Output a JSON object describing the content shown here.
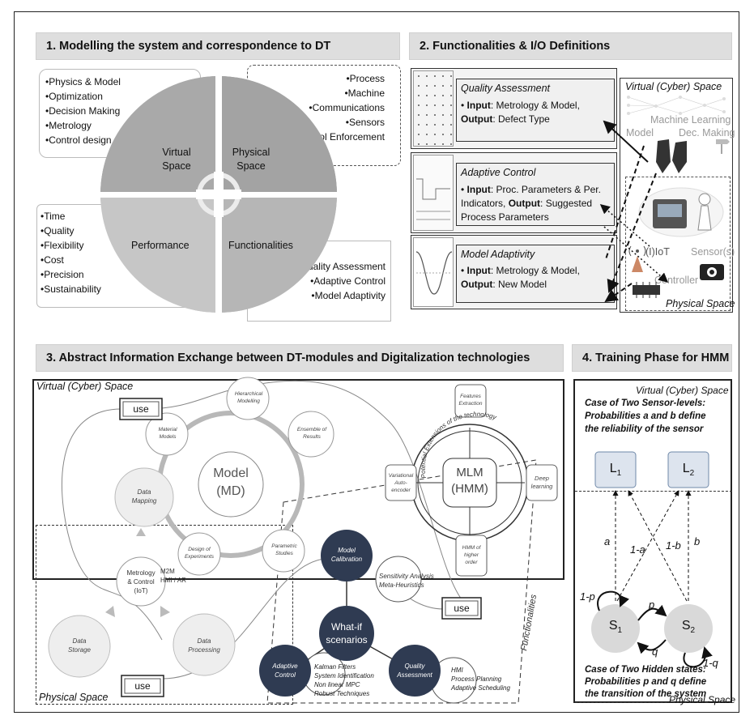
{
  "sections": {
    "s1": {
      "title": "1. Modelling the system and correspondence to DT"
    },
    "s2": {
      "title": "2. Functionalities & I/O Definitions"
    },
    "s3": {
      "title": "3. Abstract Information Exchange between DT-modules and Digitalization technologies"
    },
    "s4": {
      "title": "4. Training Phase for HMM"
    }
  },
  "s1": {
    "virtual_items": [
      "Physics & Model",
      "Optimization",
      "Decision Making",
      "Metrology",
      "Control design"
    ],
    "physical_items": [
      "Process",
      "Machine",
      "Communications",
      "Sensors",
      "Control Enforcement"
    ],
    "performance_items": [
      "Time",
      "Quality",
      "Flexibility",
      "Cost",
      "Precision",
      "Sustainability"
    ],
    "functionality_items": [
      "Quality Assessment",
      "Adaptive Control",
      "Model Adaptivity"
    ],
    "quadrants": {
      "virtual": "Virtual Space",
      "physical": "Physical Space",
      "performance": "Performance",
      "functionalities": "Functionalities"
    }
  },
  "s2": {
    "cards": [
      {
        "title": "Quality Assessment",
        "in_label": "Input",
        "in_text": ": Metrology & Model,",
        "out_label": "Output",
        "out_text": ": Defect Type"
      },
      {
        "title": "Adaptive Control",
        "in_label": "Input",
        "in_text": ": Proc. Parameters & Per. Indicators,",
        "out_label": "Output",
        "out_text": ": Suggested Process Parameters"
      },
      {
        "title": "Model Adaptivity",
        "in_label": "Input",
        "in_text": ": Metrology & Model,",
        "out_label": "Output",
        "out_text": ": New Model"
      }
    ],
    "virtual_space": "Virtual (Cyber) Space",
    "machine_learning": "Machine Learning",
    "model": "Model",
    "dec_making": "Dec. Making",
    "iiot": "(I)IoT",
    "sensors": "Sensor(s)",
    "controller": "Controller",
    "physical_space": "Physical Space"
  },
  "s3": {
    "virtual_space": "Virtual (Cyber) Space",
    "physical_space": "Physical Space",
    "use": "use",
    "model_md_1": "Model",
    "model_md_2": "(MD)",
    "hierarchical_1": "Hierarchical",
    "hierarchical_2": "Modelling",
    "ensemble_1": "Ensemble of",
    "ensemble_2": "Results",
    "material_1": "Material",
    "material_2": "Models",
    "parametric_1": "Parametric",
    "parametric_2": "Studies",
    "design_1": "Design of",
    "design_2": "Experiments",
    "mlm_1": "MLM",
    "mlm_2": "(HMM)",
    "features_1": "Features",
    "features_2": "Extraction",
    "vae_1": "Variational",
    "vae_2": "Auto-",
    "vae_3": "encoder",
    "deep_1": "Deep",
    "deep_2": "learning",
    "hmm_1": "HMM of",
    "hmm_2": "higher",
    "hmm_3": "order",
    "potential": "Potential Extensions of the technology",
    "data_mapping_1": "Data",
    "data_mapping_2": "Mapping",
    "metrology_1": "Metrology",
    "metrology_2": "& Control",
    "metrology_3": "(IoT)",
    "m2m_1": "M2M",
    "m2m_2": "HMI / AR",
    "data_storage_1": "Data",
    "data_storage_2": "Storage",
    "data_processing_1": "Data",
    "data_processing_2": "Processing",
    "model_cal_1": "Model",
    "model_cal_2": "Calibration",
    "sens_1": "Sensitivity Analysis",
    "sens_2": "Meta-Heuristics",
    "whatif_1": "What-if",
    "whatif_2": "scenarios",
    "adaptive_1": "Adaptive",
    "adaptive_2": "Control",
    "kalman": [
      "Kalman Filters",
      "System Identification",
      "Non linear MPC",
      "Robust Techniques"
    ],
    "quality_1": "Quality",
    "quality_2": "Assessment",
    "hmi": [
      "HMI",
      "Process Planning",
      "Adaptive Scheduling"
    ],
    "functionalities": "Functionalities"
  },
  "s4": {
    "virtual_space": "Virtual (Cyber) Space",
    "case1_1": "Case of Two Sensor-levels:",
    "case1_2": "Probabilities a and b define",
    "case1_3": "the reliability of the sensor",
    "l1": "L",
    "l2": "L",
    "s1": "S",
    "s2": "S",
    "sub1": "1",
    "sub2": "2",
    "a": "a",
    "one_a": "1-a",
    "one_b": "1-b",
    "b": "b",
    "one_p": "1-p",
    "p": "p",
    "q": "q",
    "one_q": "1-q",
    "case2_1": "Case of Two Hidden states:",
    "case2_2": "Probabilities p and q define",
    "case2_3": "the transition of the system",
    "physical_space": "Physical Space"
  }
}
